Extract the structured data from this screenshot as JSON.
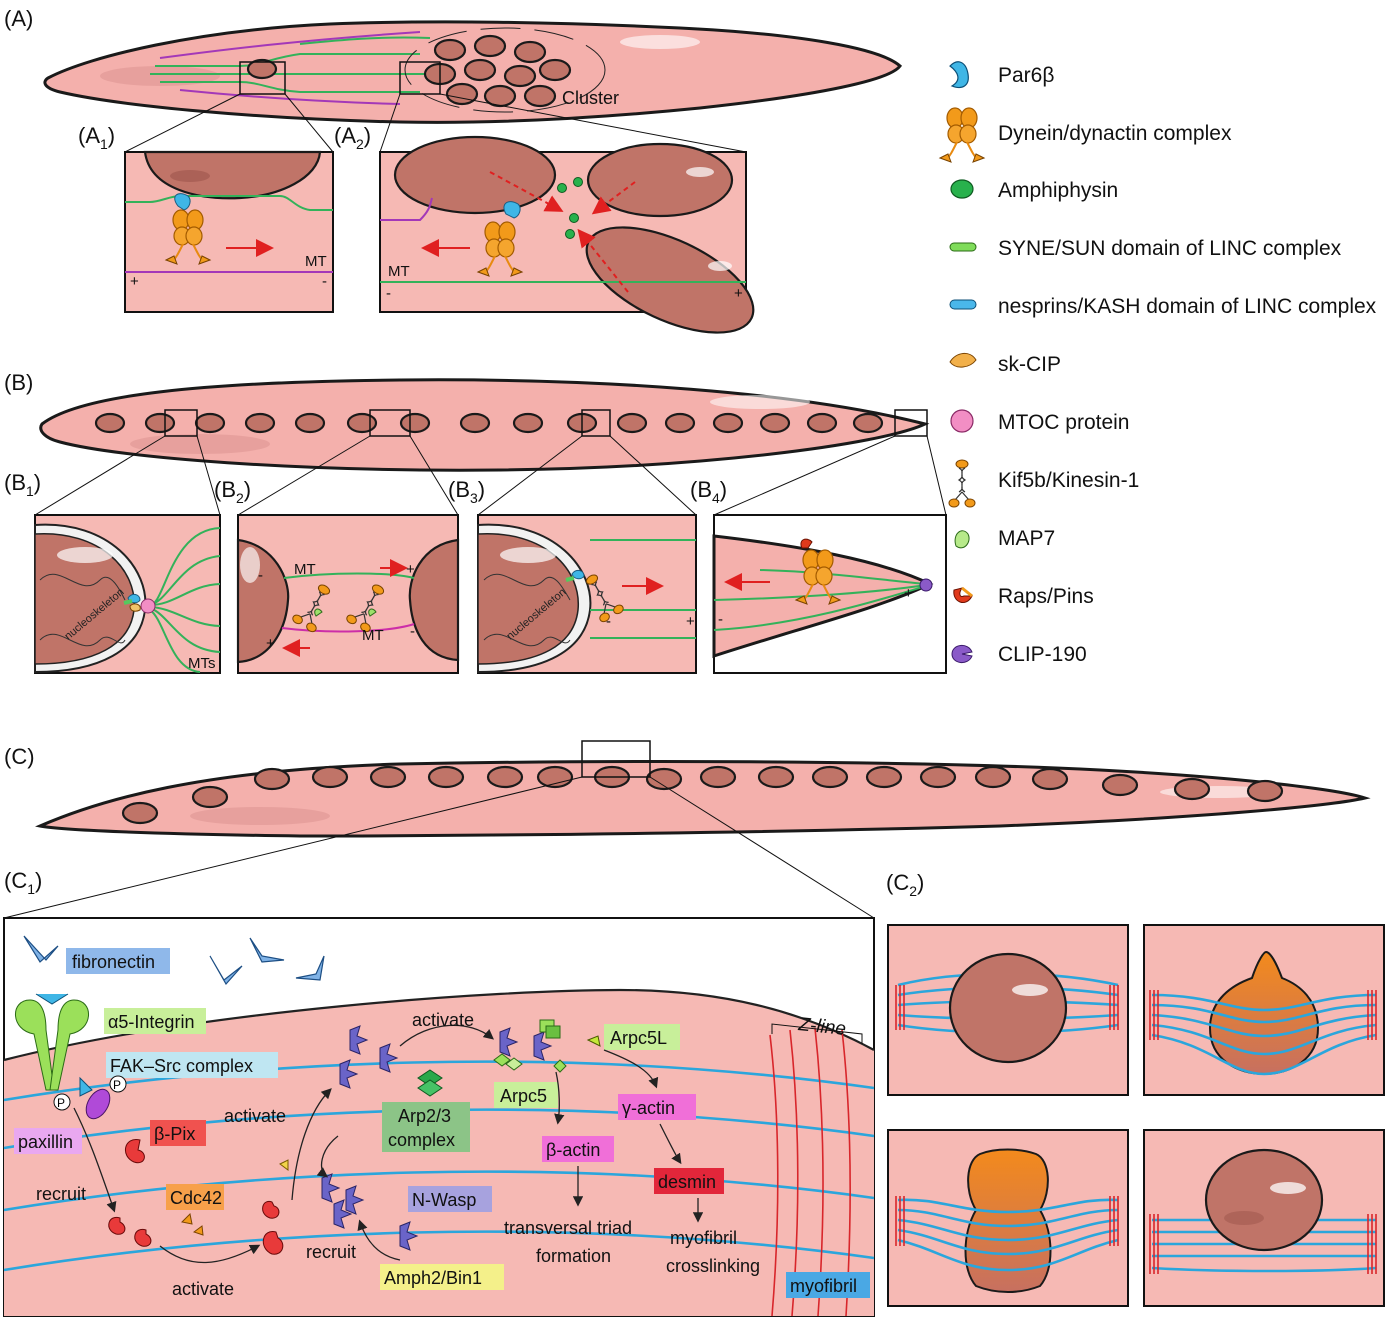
{
  "panel_labels": {
    "A": "(A)",
    "A1_main": "(A",
    "A1_sub": "1",
    "A1_close": ")",
    "A2_main": "(A",
    "A2_sub": "2",
    "A2_close": ")",
    "B": "(B)",
    "B1_main": "(B",
    "B1_sub": "1",
    "B1_close": ")",
    "B2_main": "(B",
    "B2_sub": "2",
    "B2_close": ")",
    "B3_main": "(B",
    "B3_sub": "3",
    "B3_close": ")",
    "B4_main": "(B",
    "B4_sub": "4",
    "B4_close": ")",
    "C": "(C)",
    "C1_main": "(C",
    "C1_sub": "1",
    "C1_close": ")",
    "C2_main": "(C",
    "C2_sub": "2",
    "C2_close": ")"
  },
  "panel_A": {
    "cluster": "Cluster",
    "mt": "MT",
    "plus": "+",
    "minus": "-",
    "a2_mt": "MT",
    "a2_minus": "-",
    "a2_plus": "+"
  },
  "panel_B": {
    "b1_nucleoskeleton": "nucleoskeleton",
    "b1_mts": "MTs",
    "b2_mt_top": "MT",
    "b2_mt_bottom": "MT",
    "minus": "-",
    "plus": "+",
    "b3_nucleoskeleton": "nucleoskeleton"
  },
  "panel_C1": {
    "fibronectin": "fibronectin",
    "integrin": "α5-Integrin",
    "fak": "FAK–Src complex",
    "paxillin": "paxillin",
    "bpix": "β-Pix",
    "cdc42": "Cdc42",
    "recruit1": "recruit",
    "activate1": "activate",
    "activate2": "activate",
    "activate3": "activate",
    "recruit2": "recruit",
    "nwasp": "N-Wasp",
    "amph": "Amph2/Bin1",
    "arp": "Arp2/3",
    "arp2": "complex",
    "arpc5": "Arpc5",
    "arpc5l": "Arpc5L",
    "gactin": "γ-actin",
    "bactin": "β-actin",
    "desmin": "desmin",
    "triad1": "transversal triad",
    "triad2": "formation",
    "cross1": "myofibril",
    "cross2": "crosslinking",
    "zline": "Z-line",
    "myofibril": "myofibril",
    "p": "P"
  },
  "legend": [
    {
      "label": "Par6β",
      "icon": "par6b-icon"
    },
    {
      "label": "Dynein/dynactin complex",
      "icon": "dynein-icon"
    },
    {
      "label": "Amphiphysin",
      "icon": "amphiphysin-icon"
    },
    {
      "label": "SYNE/SUN domain of LINC complex",
      "icon": "syne-sun-icon"
    },
    {
      "label": "nesprins/KASH domain of LINC complex",
      "icon": "kash-icon"
    },
    {
      "label": "sk-CIP",
      "icon": "sk-cip-icon"
    },
    {
      "label": "MTOC protein",
      "icon": "mtoc-icon"
    },
    {
      "label": "Kif5b/Kinesin-1",
      "icon": "kinesin-icon"
    },
    {
      "label": "MAP7",
      "icon": "map7-icon"
    },
    {
      "label": "Raps/Pins",
      "icon": "raps-pins-icon"
    },
    {
      "label": "CLIP-190",
      "icon": "clip190-icon"
    }
  ],
  "colors": {
    "cell": "#f4b0ac",
    "nucleus": "#c07468",
    "mt_green": "#33b25a",
    "mt_purple": "#a338b8",
    "myofibril": "#2ba6dc",
    "z_line": "#d8262b",
    "arrow": "#e02020",
    "dynein": "#f29a1a",
    "tag_fibronectin": "#8fb8ea",
    "tag_integrin": "#c8ef9a",
    "tag_fak": "#bfe6f2",
    "tag_paxillin": "#e9a8f0",
    "tag_bpix": "#f0524f",
    "tag_cdc42": "#f7a04a",
    "tag_nwasp": "#a7a2de",
    "tag_amph": "#f4f08a",
    "tag_arp": "#8cc487",
    "tag_arpc5": "#c8ef9a",
    "tag_gactin": "#f06fd8",
    "tag_bactin": "#f06fd8",
    "tag_desmin": "#e2263a",
    "tag_myofibril": "#4aa8e4"
  }
}
